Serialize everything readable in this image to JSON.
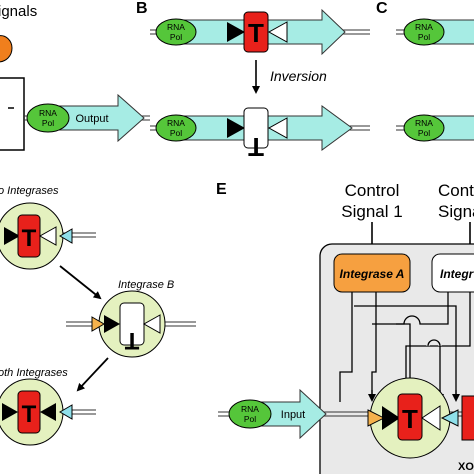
{
  "panel_labels": {
    "b": "B",
    "c": "C",
    "e": "E"
  },
  "panel_a": {
    "signals_fragment": "ignals"
  },
  "panel_b": {
    "rna_pol_line1": "RNA",
    "rna_pol_line2": "Pol",
    "terminator": "T",
    "inversion_label": "Inversion",
    "output_label": "Output"
  },
  "panel_d": {
    "no_integrases_fragment": "o Integrases",
    "integrase_b_label": "Integrase B",
    "both_integrases_fragment": "oth Integrases",
    "terminator": "T"
  },
  "panel_e": {
    "control_signal_1_line1": "Control",
    "control_signal_1_line2": "Signal 1",
    "control_signal_2_line1_fragment": "Contr",
    "control_signal_2_line2_fragment": "Signa",
    "integrase_a": "Integrase A",
    "integrase_b_fragment": "Integr",
    "input_label": "Input",
    "gate_fragment": "XO",
    "terminator": "T"
  },
  "colors": {
    "polymerase_green": "#55c63a",
    "arrow_cyan": "#a6ece4",
    "terminator_red": "#e8211b",
    "integrase_orange": "#f6a040",
    "halo_green": "#e4f1bf",
    "site_orange": "#f5b24c",
    "site_cyan": "#8fe0ea"
  }
}
